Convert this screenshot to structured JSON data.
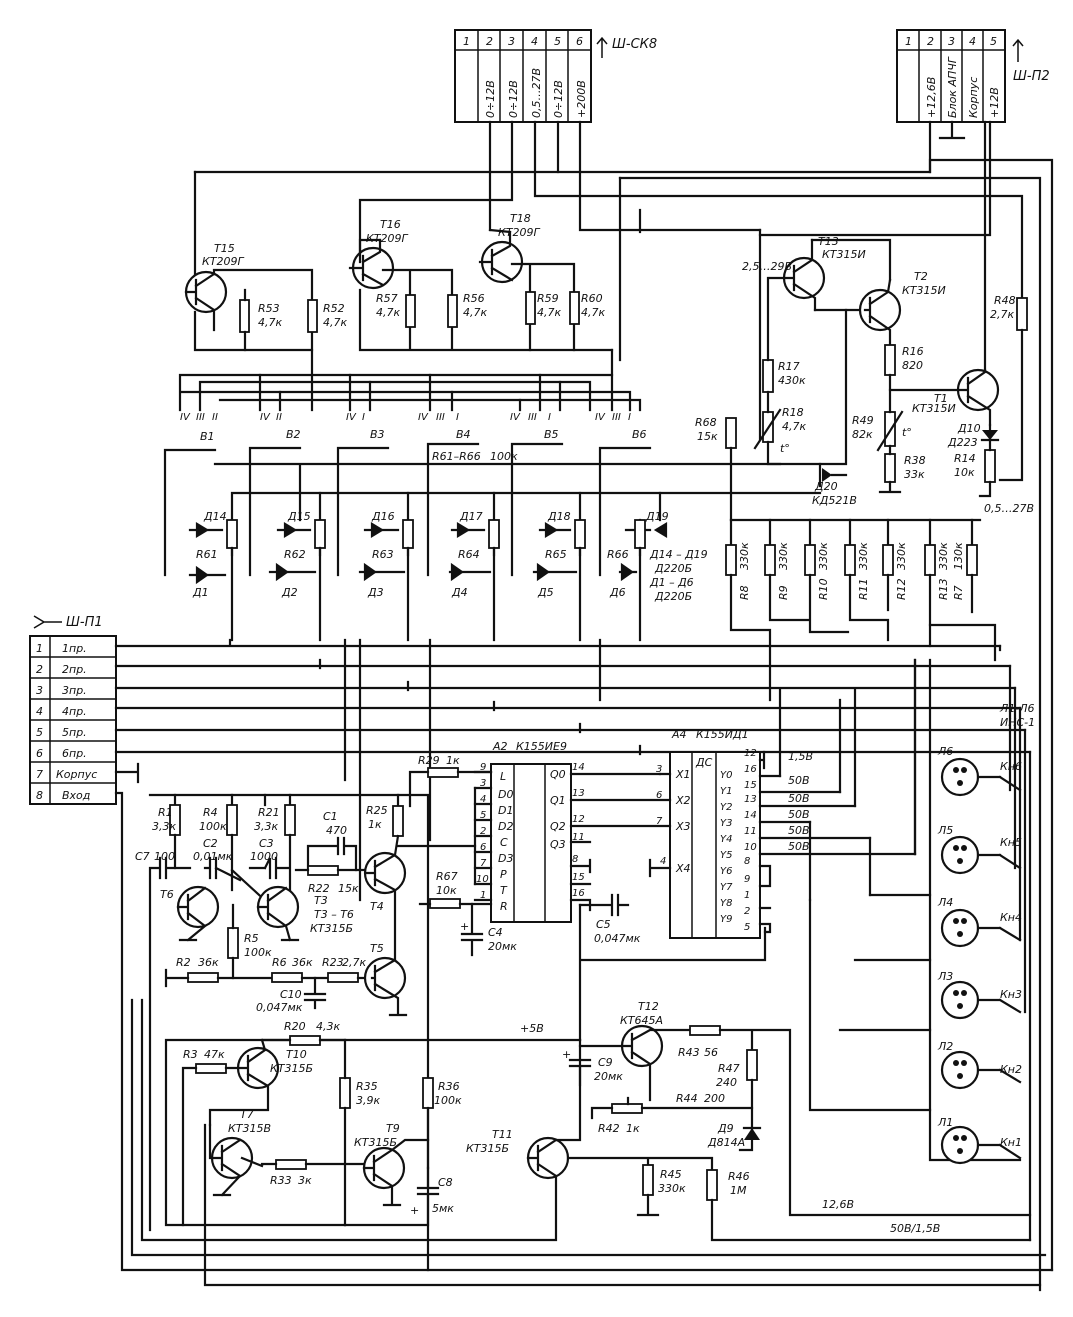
{
  "connectors": {
    "sk8": {
      "name": "Ш-СК8",
      "pins": [
        "1",
        "2",
        "3",
        "4",
        "5",
        "6"
      ],
      "signals": [
        "0÷12В",
        "0÷12В",
        "0,5…27В",
        "0÷12В",
        "+200В"
      ]
    },
    "p2": {
      "name": "Ш-П2",
      "pins": [
        "1",
        "2",
        "3",
        "4",
        "5"
      ],
      "signals": [
        "+12,6В",
        "Блок АПЧГ",
        "Корпус",
        "+12В"
      ]
    },
    "p1": {
      "name": "Ш-П1",
      "pins": [
        "1",
        "2",
        "3",
        "4",
        "5",
        "6",
        "7",
        "8"
      ],
      "signals": [
        "1пр.",
        "2пр.",
        "3пр.",
        "4пр.",
        "5пр.",
        "6пр.",
        "Корпус",
        "Вход"
      ]
    }
  },
  "transistors": {
    "t15": {
      "ref": "Т15",
      "type": "КТ209Г"
    },
    "t16": {
      "ref": "Т16",
      "type": "КТ209Г"
    },
    "t18": {
      "ref": "Т18",
      "type": "КТ209Г"
    },
    "t13": {
      "ref": "Т13",
      "type": "КТ315И"
    },
    "t2": {
      "ref": "Т2",
      "type": "КТ315И"
    },
    "t1": {
      "ref": "Т1",
      "type": "КТ315И"
    },
    "t6": {
      "ref": "Т6"
    },
    "t3": {
      "ref": "Т3"
    },
    "t36": {
      "ref": "Т3 – Т6",
      "type": "КТ315Б"
    },
    "t4": {
      "ref": "Т4"
    },
    "t5": {
      "ref": "Т5"
    },
    "t10": {
      "ref": "Т10",
      "type": "КТ315Б"
    },
    "t7": {
      "ref": "Т7",
      "type": "КТ315В"
    },
    "t9": {
      "ref": "Т9",
      "type": "КТ315Б"
    },
    "t11": {
      "ref": "Т11",
      "type": "КТ315Б"
    },
    "t12": {
      "ref": "Т12",
      "type": "КТ645А"
    }
  },
  "resistors": {
    "r53": {
      "ref": "R53",
      "val": "4,7к"
    },
    "r52": {
      "ref": "R52",
      "val": "4,7к"
    },
    "r57": {
      "ref": "R57",
      "val": "4,7к"
    },
    "r56": {
      "ref": "R56",
      "val": "4,7к"
    },
    "r59": {
      "ref": "R59",
      "val": "4,7к"
    },
    "r60": {
      "ref": "R60",
      "val": "4,7к"
    },
    "r17": {
      "ref": "R17",
      "val": "430к"
    },
    "r18": {
      "ref": "R18",
      "val": "4,7к"
    },
    "r16": {
      "ref": "R16",
      "val": "820"
    },
    "r48": {
      "ref": "R48",
      "val": "2,7к"
    },
    "r49": {
      "ref": "R49",
      "val": "82к"
    },
    "r38": {
      "ref": "R38",
      "val": "33к"
    },
    "r14": {
      "ref": "R14",
      "val": "10к"
    },
    "r68": {
      "ref": "R68",
      "val": "15к"
    },
    "r8": {
      "ref": "R8",
      "val": "330к"
    },
    "r9": {
      "ref": "R9",
      "val": "330к"
    },
    "r10": {
      "ref": "R10",
      "val": "330к"
    },
    "r11": {
      "ref": "R11",
      "val": "330к"
    },
    "r12": {
      "ref": "R12",
      "val": "330к"
    },
    "r13": {
      "ref": "R13",
      "val": "330к"
    },
    "r7": {
      "ref": "R7",
      "val": "130к"
    },
    "r61": {
      "ref": "R61"
    },
    "r62": {
      "ref": "R62"
    },
    "r63": {
      "ref": "R63"
    },
    "r64": {
      "ref": "R64"
    },
    "r65": {
      "ref": "R65"
    },
    "r66": {
      "ref": "R66"
    },
    "r6166": {
      "ref": "R61–R66",
      "val": "100к"
    },
    "r1": {
      "ref": "R1",
      "val": "3,3к"
    },
    "r4": {
      "ref": "R4",
      "val": "100к"
    },
    "r21": {
      "ref": "R21",
      "val": "3,3к"
    },
    "r25": {
      "ref": "R25",
      "val": "1к"
    },
    "r22": {
      "ref": "R22",
      "val": "15к"
    },
    "r5": {
      "ref": "R5",
      "val": "100к"
    },
    "r2": {
      "ref": "R2",
      "val": "36к"
    },
    "r6": {
      "ref": "R6",
      "val": "36к"
    },
    "r23": {
      "ref": "R23",
      "val": "2,7к"
    },
    "r29": {
      "ref": "R29",
      "val": "1к"
    },
    "r67": {
      "ref": "R67",
      "val": "10к"
    },
    "r3": {
      "ref": "R3",
      "val": "47к"
    },
    "r20": {
      "ref": "R20",
      "val": "4,3к"
    },
    "r35": {
      "ref": "R35",
      "val": "3,9к"
    },
    "r36": {
      "ref": "R36",
      "val": "100к"
    },
    "r33": {
      "ref": "R33",
      "val": "3к"
    },
    "r43": {
      "ref": "R43",
      "val": "56"
    },
    "r47": {
      "ref": "R47",
      "val": "240"
    },
    "r44": {
      "ref": "R44",
      "val": "200"
    },
    "r42": {
      "ref": "R42",
      "val": "1к"
    },
    "r45": {
      "ref": "R45",
      "val": "330к"
    },
    "r46": {
      "ref": "R46",
      "val": "1М"
    }
  },
  "capacitors": {
    "c7a": {
      "ref": "С7",
      "val": "100"
    },
    "c2": {
      "ref": "С2",
      "val": "0,01мк"
    },
    "c3": {
      "ref": "С3",
      "val": "1000"
    },
    "c1": {
      "ref": "С1",
      "val": "470"
    },
    "c10": {
      "ref": "С10",
      "val": "0,047мк"
    },
    "c4": {
      "ref": "С4",
      "val": "20мк"
    },
    "c5": {
      "ref": "С5",
      "val": "0,047мк"
    },
    "c9": {
      "ref": "С9",
      "val": "20мк"
    },
    "c8": {
      "ref": "С8",
      "val": "5мк"
    }
  },
  "diodes": {
    "d10": {
      "ref": "Д10",
      "val": "Д223"
    },
    "d20": {
      "ref": "Д20",
      "val": "КД521В"
    },
    "d14": "Д14",
    "d15": "Д15",
    "d16": "Д16",
    "d17": "Д17",
    "d18": "Д18",
    "d19": "Д19",
    "d1": "Д1",
    "d2": "Д2",
    "d3": "Д3",
    "d4": "Д4",
    "d5": "Д5",
    "d6": "Д6",
    "dnote1": "Д14 – Д19",
    "dnote2": "Д220Б",
    "dnote3": "Д1 – Д6",
    "dnote4": "Д220Б",
    "d9": {
      "ref": "Д9",
      "val": "Д814А"
    }
  },
  "switches": {
    "b": [
      "В1",
      "В2",
      "В3",
      "В4",
      "В5",
      "В6"
    ],
    "pos": [
      "IV",
      "III",
      "II",
      "I"
    ],
    "kn": [
      "Кн6",
      "Кн5",
      "Кн4",
      "Кн3",
      "Кн2",
      "Кн1"
    ]
  },
  "lamps": {
    "names": [
      "Л6",
      "Л5",
      "Л4",
      "Л3",
      "Л2",
      "Л1"
    ],
    "note1": "Л1-Л6",
    "note2": "ИНС-1"
  },
  "chips": {
    "a2": {
      "ref": "А2",
      "type": "К155ИЕ9",
      "left": [
        "L",
        "D0",
        "D1",
        "D2",
        "C",
        "D3",
        "P",
        "T",
        "R"
      ],
      "leftpins": [
        "9",
        "3",
        "4",
        "5",
        "2",
        "6",
        "7",
        "10",
        "1"
      ],
      "right": [
        "Q0",
        "Q1",
        "Q2",
        "Q3"
      ],
      "rightpins": [
        "14",
        "13",
        "12",
        "11",
        "8",
        "15",
        "16"
      ]
    },
    "a4": {
      "ref": "А4",
      "type": "К155ИД1",
      "left": [
        "Х1",
        "Х2",
        "Х3",
        "Х4"
      ],
      "leftpins": [
        "3",
        "6",
        "7",
        "4"
      ],
      "dc": "ДС",
      "right": [
        "Y0",
        "Y1",
        "Y2",
        "Y3",
        "Y4",
        "Y5",
        "Y6",
        "Y7",
        "Y8",
        "Y9"
      ],
      "rightpins": [
        "12",
        "16",
        "15",
        "13",
        "14",
        "11",
        "10",
        "8",
        "9",
        "1",
        "2",
        "5"
      ]
    }
  },
  "voltages": {
    "v25_29": "2,5…29В",
    "v05_27": "0,5…27В",
    "v15": "1,5В",
    "v50": "50В",
    "plus5": "+5В",
    "v126": "12,6В",
    "v50_15": "50В/1,5В",
    "t_deg": "t°"
  }
}
